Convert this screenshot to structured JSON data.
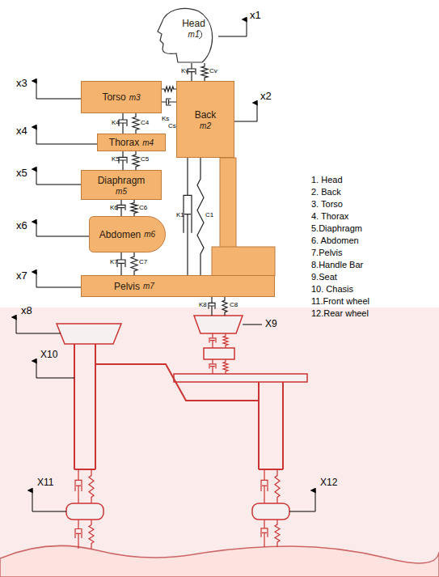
{
  "diagram": {
    "nodes": [
      {
        "text": [
          "Head",
          "m1"
        ]
      },
      {
        "text": [
          "Back",
          "m2"
        ]
      },
      {
        "text": [
          "Torso",
          "m3"
        ]
      },
      {
        "text": [
          "Thorax",
          "m4"
        ]
      },
      {
        "text": [
          "Diaphragm",
          "m5"
        ]
      },
      {
        "text": [
          "Abdomen",
          "m6"
        ]
      },
      {
        "text": [
          "Pelvis",
          "m7"
        ]
      }
    ],
    "edges": [
      {
        "from": 0,
        "to": 1,
        "arrow": "none"
      },
      {
        "from": 2,
        "to": 1,
        "arrow": "none"
      },
      {
        "from": 2,
        "to": 3,
        "arrow": "none"
      },
      {
        "from": 3,
        "to": 4,
        "arrow": "none"
      },
      {
        "from": 4,
        "to": 5,
        "arrow": "none"
      },
      {
        "from": 5,
        "to": 6,
        "arrow": "none"
      },
      {
        "from": 1,
        "to": 6,
        "arrow": "none"
      }
    ],
    "labels": [
      "x1",
      "x2",
      "x3",
      "x4",
      "x5",
      "x6",
      "x7",
      "x8",
      "X9",
      "X10",
      "X11",
      "X12",
      "1. Head",
      "2. Back",
      "3. Torso",
      "4. Thorax",
      "5.Diaphragm",
      "6. Abdomen",
      "7.Pelvis",
      "8.Handle Bar",
      "9.Seat",
      "10. Chasis",
      "11.Front wheel",
      "12.Rear wheel",
      "Kv",
      "Cv",
      "Ks",
      "Cs",
      "K4",
      "C4",
      "K5",
      "C5",
      "K6",
      "C6",
      "K7",
      "C7",
      "K1",
      "C1",
      "K8",
      "C8"
    ]
  }
}
